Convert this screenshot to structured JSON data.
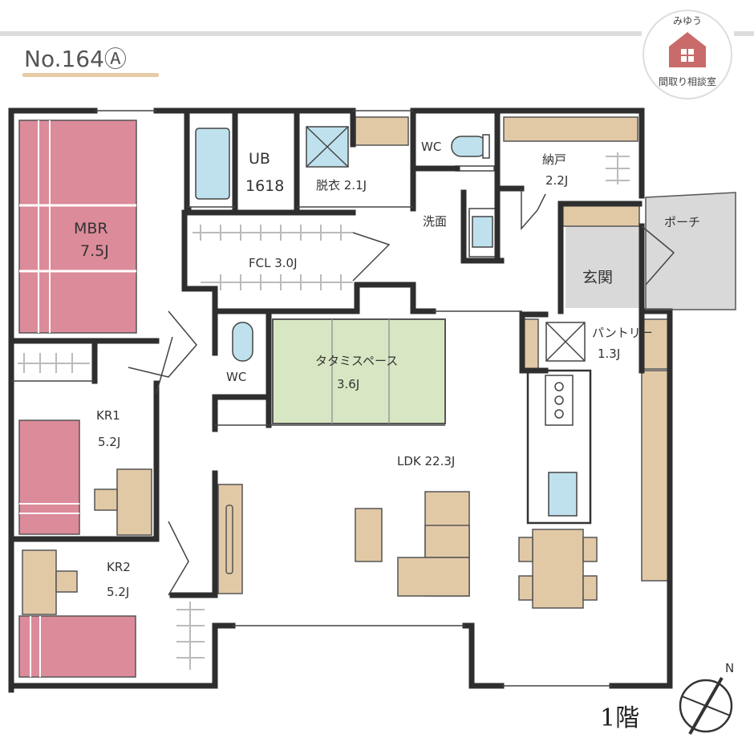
{
  "plan_number": "No.164Ⓐ",
  "floor_label": "1階",
  "logo": {
    "top_text": "みゆう",
    "bottom_text": "間取り相談室",
    "brand_color": "#c96b6b"
  },
  "compass": {
    "label": "N"
  },
  "colors": {
    "wall": "#2e2e2e",
    "bed": "#dc8b9a",
    "wood": "#e2c9a6",
    "tatami": "#d8e7c3",
    "entry": "#d9d9d9",
    "water": "#bfe1ee",
    "title_underline": "#e6cba6"
  },
  "rooms": {
    "mbr": {
      "name": "MBR",
      "size": "7.5J"
    },
    "ub": {
      "name": "UB",
      "size": "1618"
    },
    "dressing": {
      "name": "脱衣 2.1J"
    },
    "wc_upper": {
      "name": "WC"
    },
    "washroom": {
      "name": "洗面"
    },
    "storage": {
      "name": "納戸",
      "size": "2.2J"
    },
    "porch": {
      "name": "ポーチ"
    },
    "entrance": {
      "name": "玄関"
    },
    "fcl": {
      "name": "FCL 3.0J"
    },
    "wc_lower": {
      "name": "WC"
    },
    "tatami": {
      "name": "タタミスペース",
      "size": "3.6J"
    },
    "pantry": {
      "name": "パントリー",
      "size": "1.3J"
    },
    "kr1": {
      "name": "KR1",
      "size": "5.2J"
    },
    "kr2": {
      "name": "KR2",
      "size": "5.2J"
    },
    "ldk": {
      "name": "LDK 22.3J"
    }
  }
}
